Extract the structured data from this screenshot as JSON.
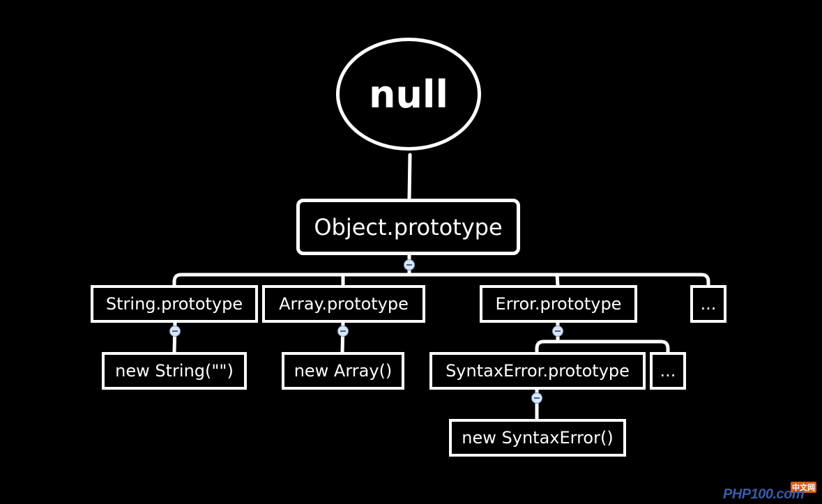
{
  "nodes": {
    "null": "null",
    "object_prototype": "Object.prototype",
    "string_prototype": "String.prototype",
    "array_prototype": "Array.prototype",
    "error_prototype": "Error.prototype",
    "more_prototypes": "...",
    "new_string": "new String(\"\")",
    "new_array": "new Array()",
    "syntaxerror_prototype": "SyntaxError.prototype",
    "more_error_prototypes": "...",
    "new_syntaxerror": "new SyntaxError()"
  },
  "watermark": {
    "text": "PHP100.com",
    "cn_text": "中文网"
  },
  "colors": {
    "background": "#000000",
    "line": "#ffffff",
    "collapse_fill": "#d7e6f8"
  }
}
